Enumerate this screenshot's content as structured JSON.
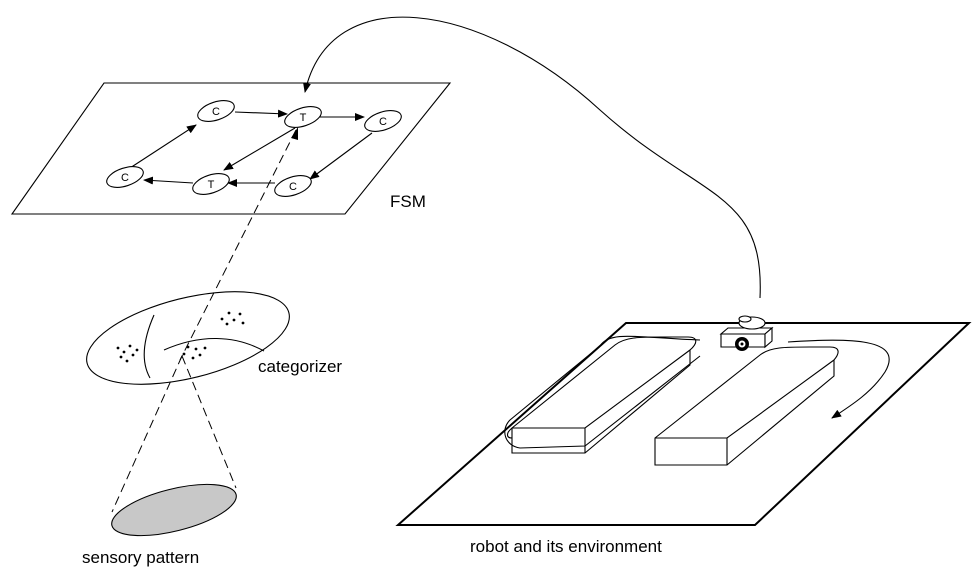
{
  "labels": {
    "fsm": "FSM",
    "categorizer": "categorizer",
    "sensory_pattern": "sensory pattern",
    "robot_env": "robot and its environment"
  },
  "fsm_nodes": [
    {
      "id": "c-top-left",
      "text": "C"
    },
    {
      "id": "t-top",
      "text": "T"
    },
    {
      "id": "c-right",
      "text": "C"
    },
    {
      "id": "c-left",
      "text": "C"
    },
    {
      "id": "t-bottom",
      "text": "T"
    },
    {
      "id": "c-bottom-right",
      "text": "C"
    }
  ],
  "colors": {
    "sensory_fill": "#c8c8c8",
    "ink": "#000000"
  }
}
